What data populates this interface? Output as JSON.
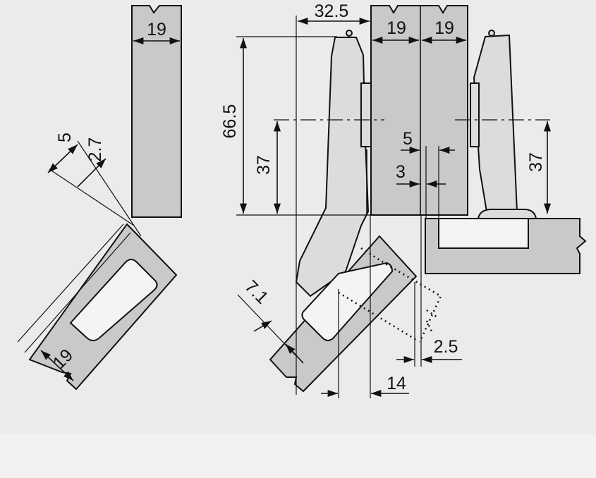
{
  "diagram": {
    "title": "Concealed hinge 45° angled mounting dimensions",
    "left_view": {
      "panel_thickness": "19",
      "offset_5": "5",
      "offset_2_7": "2.7",
      "angled_panel_thickness": "19"
    },
    "center_view": {
      "overlay_32_5": "32.5",
      "panel_a_thickness": "19",
      "panel_b_thickness": "19",
      "height_66_5": "66.5",
      "height_37_left": "37",
      "gap_5": "5",
      "gap_3": "3",
      "height_37_right": "37",
      "cup_depth_7_1": "7.1",
      "clearance_2_5": "2.5",
      "offset_14": "14"
    }
  }
}
